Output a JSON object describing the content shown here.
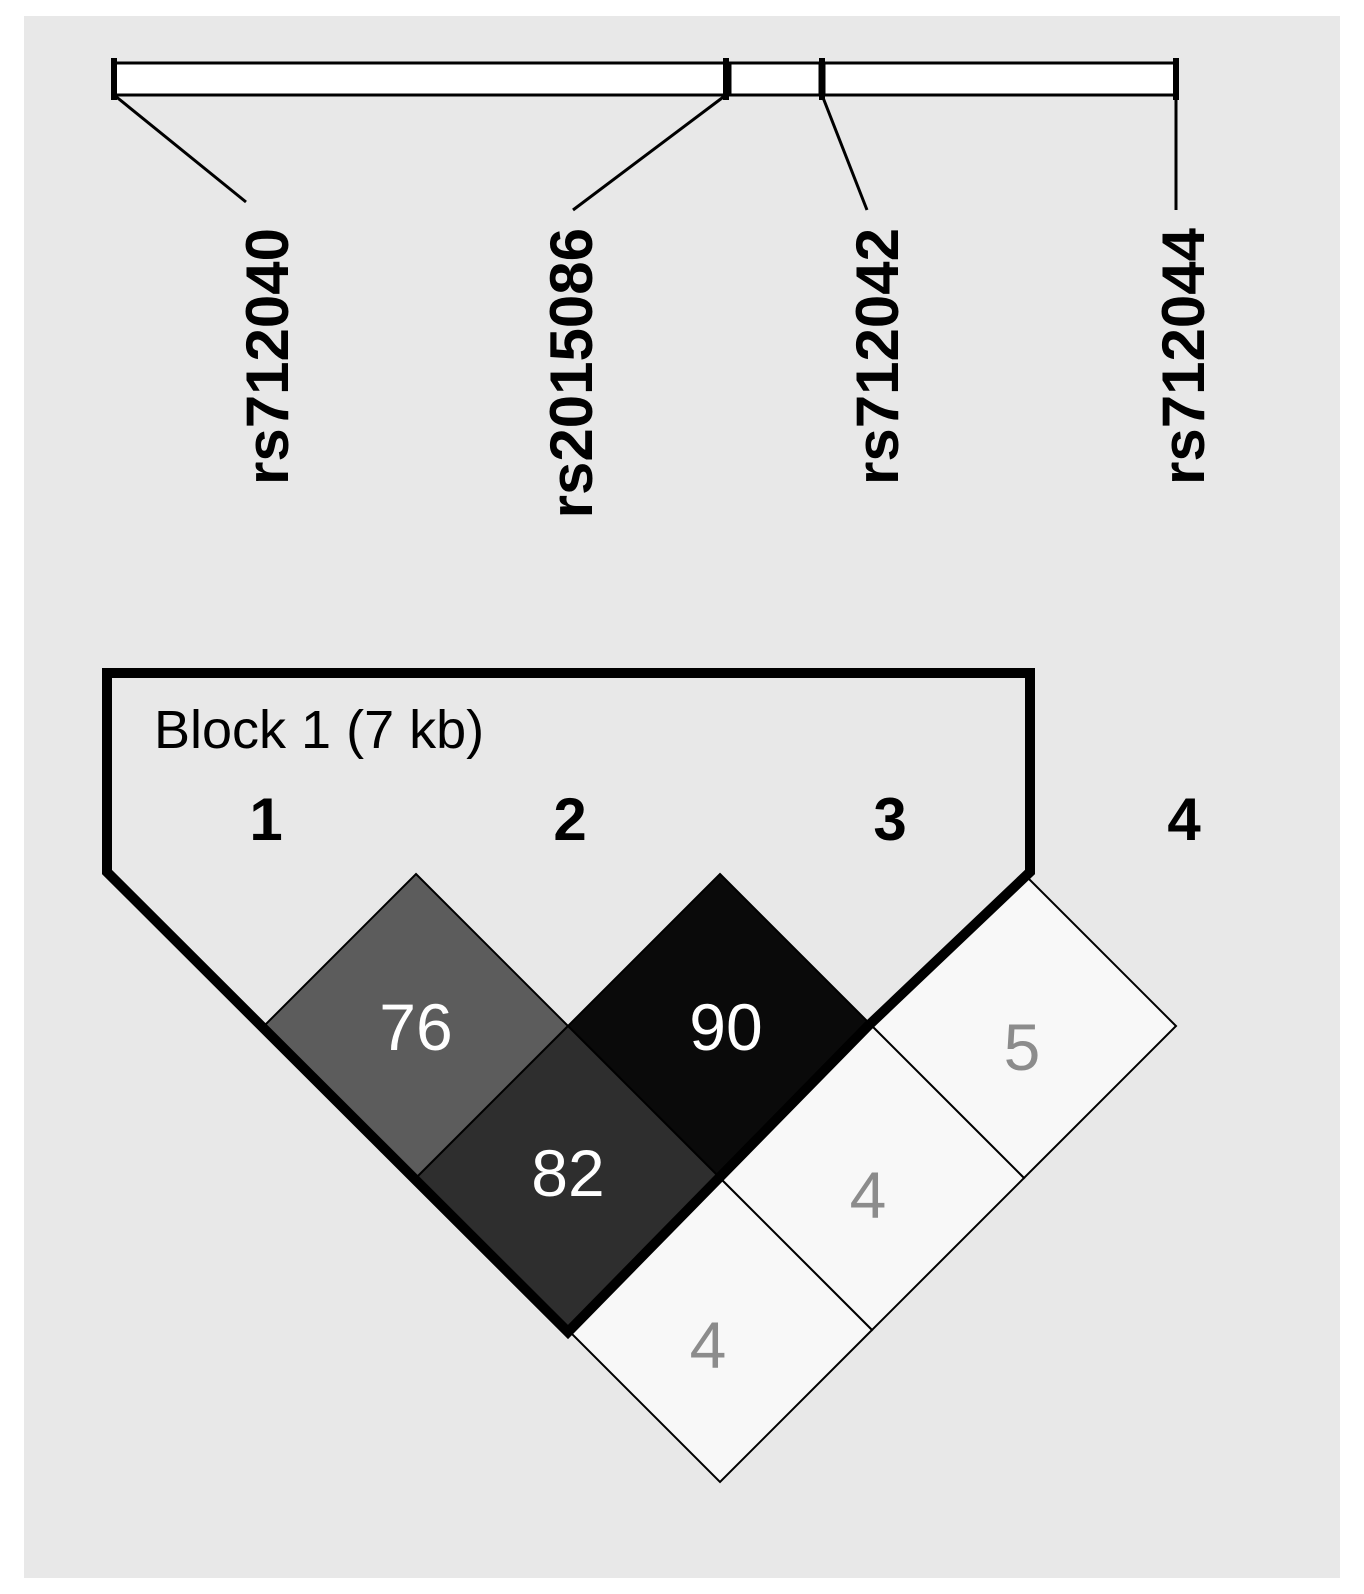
{
  "diagram": {
    "background_color": "#e8e8e8",
    "snps": [
      {
        "name": "rs712040",
        "index": "1"
      },
      {
        "name": "rs2015086",
        "index": "2"
      },
      {
        "name": "rs712042",
        "index": "3"
      },
      {
        "name": "rs712044",
        "index": "4"
      }
    ],
    "block": {
      "label": "Block 1 (7 kb)",
      "snp_indices": [
        1,
        2,
        3
      ]
    },
    "ld_cells": [
      {
        "pair": [
          1,
          2
        ],
        "value": "76",
        "fill": "#5c5c5c",
        "text_color": "#ffffff"
      },
      {
        "pair": [
          2,
          3
        ],
        "value": "90",
        "fill": "#0a0a0a",
        "text_color": "#ffffff"
      },
      {
        "pair": [
          3,
          4
        ],
        "value": "5",
        "fill": "#f8f8f8",
        "text_color": "#8c8c8c"
      },
      {
        "pair": [
          1,
          3
        ],
        "value": "82",
        "fill": "#2e2e2e",
        "text_color": "#ffffff"
      },
      {
        "pair": [
          2,
          4
        ],
        "value": "4",
        "fill": "#f8f8f8",
        "text_color": "#8c8c8c"
      },
      {
        "pair": [
          1,
          4
        ],
        "value": "4",
        "fill": "#f8f8f8",
        "text_color": "#8c8c8c"
      }
    ]
  }
}
